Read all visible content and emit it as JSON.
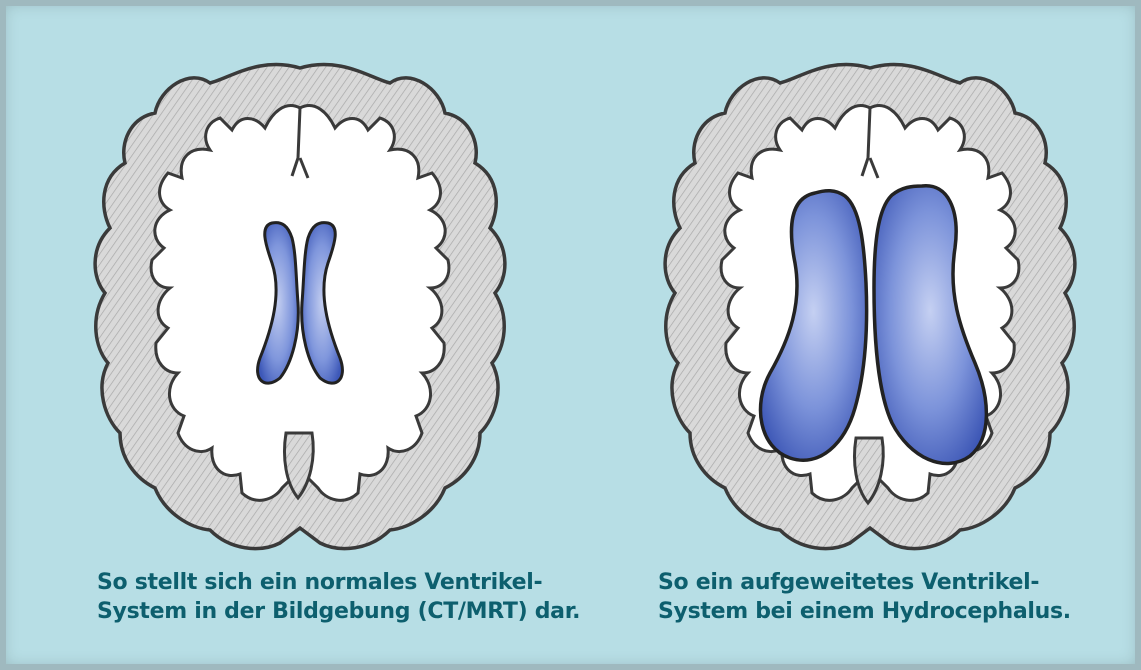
{
  "figures": [
    {
      "caption_lines": [
        "So stellt sich ein normales Ventrikel-",
        "System in der Bildgebung (CT/MRT) dar."
      ]
    },
    {
      "caption_lines": [
        "So ein aufgeweitetes Ventrikel-",
        "System bei einem Hydrocephalus."
      ]
    }
  ],
  "colors": {
    "background": "#b7dee5",
    "caption_text": "#0d5f6e",
    "brain_fill": "#ffffff",
    "cortex_fill": "#d8d8d8",
    "ventricle_fill": "#5c79cf"
  }
}
